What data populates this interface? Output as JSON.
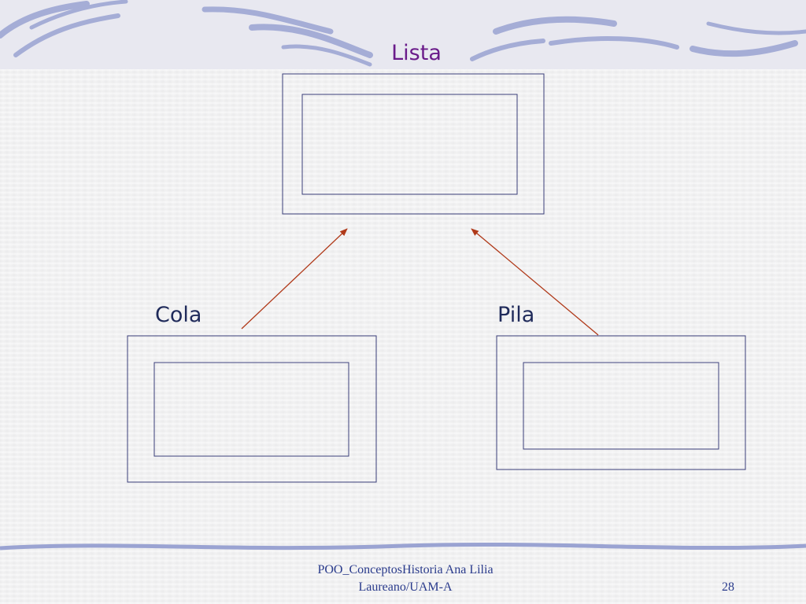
{
  "slide": {
    "title": "Lista",
    "nodes": {
      "cola": "Cola",
      "pila": "Pila"
    },
    "footer": {
      "line1": "POO_ConceptosHistoria Ana Lilia",
      "line2": "Laureano/UAM-A",
      "page_number": "28"
    },
    "colors": {
      "title": "#6a1b8a",
      "box_stroke": "#3b3f7a",
      "arrow": "#b03a1a",
      "decoration": "#9aa3d2"
    }
  }
}
